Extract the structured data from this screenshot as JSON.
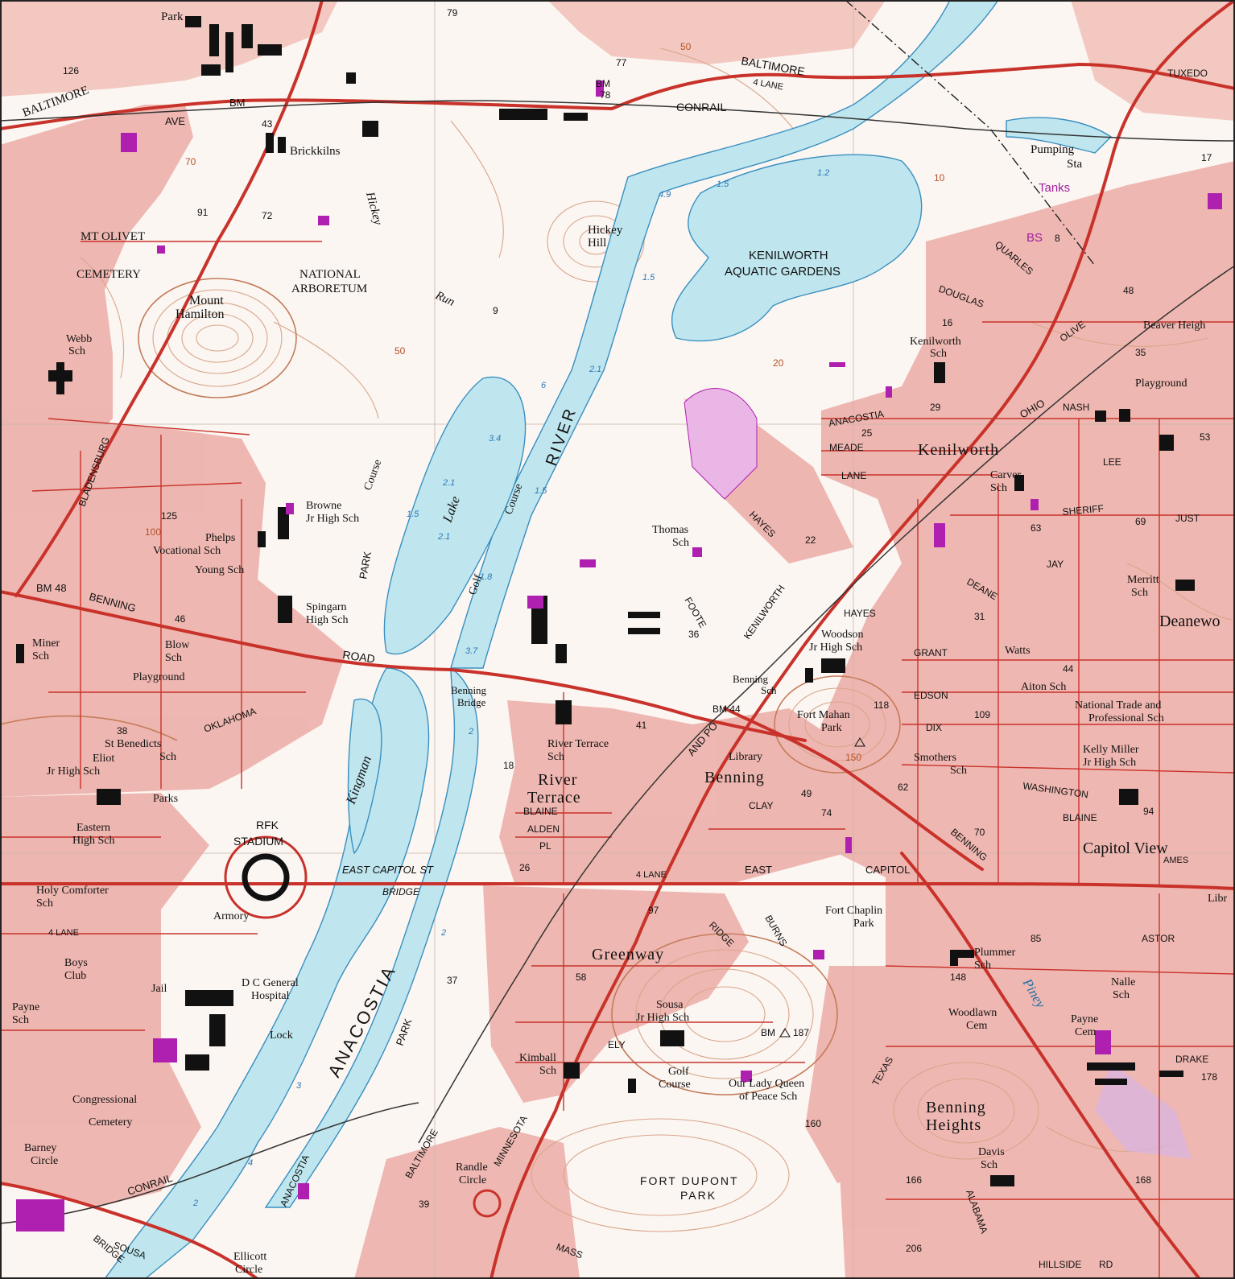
{
  "colors": {
    "urban": "#eeb3ad",
    "urban_dark": "#e79a93",
    "paper": "#fbf6f2",
    "water": "#bfe6ee",
    "water_edge": "#3a8fc0",
    "contour": "#d9a58a",
    "contour_index": "#c47c5a",
    "road": "#c8322a",
    "building": "#111111",
    "purple": "#b020b0",
    "grid": "#c9b3a8"
  },
  "labels": {
    "park_top": "Park",
    "baltimore_ave_w": "BALTIMORE",
    "ave_w": "AVE",
    "bm_43": "BM",
    "bm_43_num": "43",
    "brickkilns": "Brickkilns",
    "conrail_top": "CONRAIL",
    "bm_78": "BM",
    "bm_78_num": "78",
    "baltimore_top": "BALTIMORE",
    "four_lane_top": "4 LANE",
    "tuxedo": "TUXEDO",
    "pumping_sta": "Pumping",
    "pumping_sta2": "Sta",
    "tanks": "Tanks",
    "bs": "BS",
    "mt_olivet": "MT OLIVET",
    "cemetery": "CEMETERY",
    "mount_hamilton": "Mount",
    "mount_hamilton2": "Hamilton",
    "webb_sch": "Webb",
    "webb_sch2": "Sch",
    "national_arboretum": "NATIONAL",
    "national_arboretum2": "ARBORETUM",
    "hickey": "Hickey",
    "run": "Run",
    "hickey_hill": "Hickey",
    "hickey_hill2": "Hill",
    "kenilworth_gardens": "KENILWORTH",
    "aquatic_gardens": "AQUATIC GARDENS",
    "douglas": "DOUGLAS",
    "quarles": "QUARLES",
    "kenilworth_sch": "Kenilworth",
    "kenilworth_sch2": "Sch",
    "beaver_heights": "Beaver Heigh",
    "playground_e": "Playground",
    "river": "RIVER",
    "lake": "Lake",
    "golf_course": "Golf",
    "course": "Course",
    "anacostia_ave": "ANACOSTIA",
    "meade": "MEADE",
    "lane": "LANE",
    "kenilworth_town": "Kenilworth",
    "carver_sch": "Carver",
    "carver_sch2": "Sch",
    "sheriff": "SHERIFF",
    "thomas_sch": "Thomas",
    "thomas_sch2": "Sch",
    "hayes": "HAYES",
    "browne": "Browne",
    "browne2": "Jr High Sch",
    "phelps": "Phelps",
    "vocational": "Vocational Sch",
    "young_sch": "Young Sch",
    "park_vertical": "PARK",
    "spingarn": "Spingarn",
    "spingarn2": "High Sch",
    "bm_48": "BM 48",
    "benning_road_w": "BENNING",
    "road_label": "ROAD",
    "miner_sch": "Miner",
    "miner_sch2": "Sch",
    "blow_sch": "Blow",
    "blow_sch2": "Sch",
    "playground_w": "Playground",
    "benning_bridge": "Benning",
    "benning_bridge2": "Bridge",
    "foote": "FOOTE",
    "kenilworth_ave": "KENILWORTH",
    "woodson": "Woodson",
    "woodson2": "Jr High Sch",
    "deanewood": "Deanewo",
    "merritt": "Merritt",
    "merritt2": "Sch",
    "benning_sch": "Benning",
    "benning_sch2": "Sch",
    "bm_44": "BM 44",
    "fort_mahan": "Fort Mahan",
    "fort_mahan2": "Park",
    "aiton_sch": "Aiton Sch",
    "national_trade": "National Trade and",
    "national_trade2": "Professional Sch",
    "st_benedicts": "St Benedicts",
    "st_benedicts2": "Sch",
    "eliot": "Eliot",
    "eliot2": "Jr High Sch",
    "oklahoma": "OKLAHOMA",
    "kingman": "Kingman",
    "river_terrace_sch": "River Terrace",
    "river_terrace_sch2": "Sch",
    "river_terrace": "River",
    "river_terrace2": "Terrace",
    "library": "Library",
    "benning_town": "Benning",
    "smothers": "Smothers",
    "smothers2": "Sch",
    "kelly_miller": "Kelly Miller",
    "kelly_miller2": "Jr High Sch",
    "capitol_view": "Capitol View",
    "parks": "Parks",
    "eastern_high": "Eastern",
    "eastern_high2": "High Sch",
    "rfk": "RFK",
    "stadium": "STADIUM",
    "east_capitol_st": "EAST CAPITOL ST",
    "bridge": "BRIDGE",
    "east": "EAST",
    "capitol": "CAPITOL",
    "holy_comforter": "Holy Comforter",
    "holy_comforter2": "Sch",
    "armory": "Armory",
    "fort_chaplin": "Fort Chaplin",
    "fort_chaplin2": "Park",
    "boys_club": "Boys",
    "boys_club2": "Club",
    "jail": "Jail",
    "dc_general": "D C General",
    "dc_general2": "Hospital",
    "anacostia_river": "ANACOSTIA",
    "greenway": "Greenway",
    "ridge": "RIDGE",
    "plummer": "Plummer",
    "plummer2": "Sch",
    "payne_sch": "Payne",
    "payne_sch2": "Sch",
    "lock": "Lock",
    "park_sw": "PARK",
    "sousa": "Sousa",
    "sousa2": "Jr High Sch",
    "bm_187": "BM",
    "woodlawn": "Woodlawn",
    "woodlawn2": "Cem",
    "payne_cem": "Payne",
    "payne_cem2": "Cem",
    "nalle": "Nalle",
    "nalle2": "Sch",
    "piney": "Piney",
    "congressional": "Congressional",
    "cemetery_sw": "Cemetery",
    "kimball": "Kimball",
    "kimball2": "Sch",
    "golf_sw": "Golf",
    "course_sw": "Course",
    "our_lady": "Our Lady Queen",
    "our_lady2": "of Peace Sch",
    "benning_heights": "Benning",
    "benning_heights2": "Heights",
    "davis_sch": "Davis",
    "davis_sch2": "Sch",
    "barney_circle": "Barney",
    "barney_circle2": "Circle",
    "conrail_sw": "CONRAIL",
    "randle_circle": "Randle",
    "randle_circle2": "Circle",
    "minnesota": "MINNESOTA",
    "baltimore_s": "BALTIMORE",
    "fort_dupont": "FORT DUPONT",
    "fort_dupont2": "PARK",
    "anacostia_sw": "ANACOSTIA",
    "sousa_bridge": "SOUSA",
    "bridge_sw": "BRIDGE",
    "ellicott": "Ellicott",
    "ellicott2": "Circle",
    "hillside": "HILLSIDE",
    "rd": "RD",
    "alabama": "ALABAMA",
    "texas": "TEXAS",
    "burns": "BURNS",
    "mass": "MASS",
    "bladensburg": "BLADENSBURG",
    "washington": "WASHINGTON",
    "blaine": "BLAINE",
    "ohio": "OHIO",
    "benning_road_e": "BENNING",
    "four_lane": "4 LANE",
    "hayes_st": "HAYES",
    "grant": "GRANT",
    "edson": "EDSON",
    "dix": "DIX",
    "watts": "Watts",
    "astor": "ASTOR",
    "drake": "DRAKE",
    "ames": "AMES",
    "jay": "JAY",
    "lee": "LEE",
    "nash": "NASH",
    "just": "JUST",
    "clay": "CLAY",
    "alden": "ALDEN",
    "pl": "PL",
    "ave": "AVE",
    "st": "ST",
    "ely": "ELY",
    "deane": "DEANE",
    "olive": "OLIVE",
    "baltimore_and_po": "AND PO",
    "lib": "Libr"
  },
  "numbers": {
    "n79": "79",
    "n77": "77",
    "n50": "50",
    "n126": "126",
    "n91": "91",
    "n72": "72",
    "n9": "9",
    "n16": "16",
    "n48": "48",
    "n35": "35",
    "n29": "29",
    "n25": "25",
    "n22": "22",
    "n63": "63",
    "n69": "69",
    "n36": "36",
    "n46": "46",
    "n125": "125",
    "n38": "38",
    "n18": "18",
    "n41": "41",
    "n118": "118",
    "n109": "109",
    "n62": "62",
    "n49": "49",
    "n74": "74",
    "n70": "70",
    "n94": "94",
    "n26": "26",
    "n97": "97",
    "n85": "85",
    "n58": "58",
    "n37": "37",
    "n148": "148",
    "n178": "178",
    "n166": "166",
    "n168": "168",
    "n160": "160",
    "n206": "206",
    "n39": "39",
    "n53": "53",
    "n17": "17",
    "n10": "10",
    "n100": "100",
    "n150": "150",
    "n20": "20",
    "n70b": "70",
    "n8": "8",
    "n31": "31",
    "n44": "44",
    "n187": "187"
  },
  "depths": [
    "1.5",
    "1.2",
    "4.9",
    "1.5",
    "2.1",
    "6",
    "3.4",
    "2.1",
    "1.5",
    "2.1",
    "1.5",
    "1.8",
    "3.7",
    "2",
    "2",
    "3",
    "4",
    "2"
  ]
}
